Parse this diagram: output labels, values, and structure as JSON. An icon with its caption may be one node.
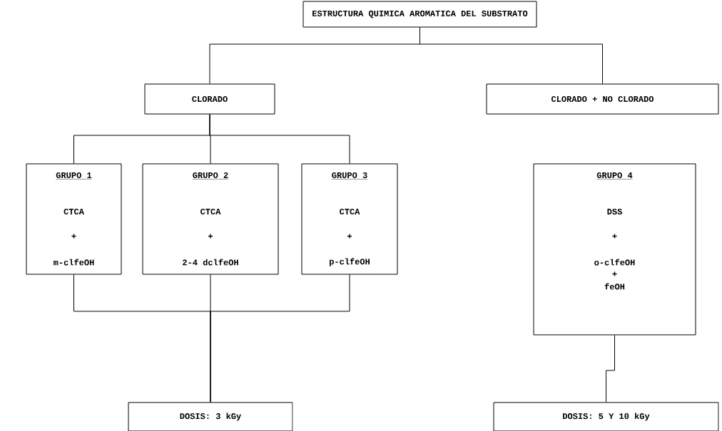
{
  "diagram": {
    "nodes": [
      {
        "text": [
          "ESTRUCTURA QUIMICA AROMATICA DEL SUBSTRATO"
        ]
      },
      {
        "text": [
          "CLORADO"
        ]
      },
      {
        "text": [
          "CLORADO + NO CLORADO"
        ]
      },
      {
        "text": [
          "GRUPO 1",
          "CTCA",
          "+",
          "m-clfeOH"
        ]
      },
      {
        "text": [
          "GRUPO 2",
          "CTCA",
          "+",
          "2-4 dclfeOH"
        ]
      },
      {
        "text": [
          "GRUPO 3",
          "CTCA",
          "+",
          "p-clfeOH"
        ]
      },
      {
        "text": [
          "GRUPO 4",
          "DSS",
          "+",
          "o-clfeOH",
          "+",
          "feOH"
        ]
      },
      {
        "text": [
          "DOSIS: 3 kGy"
        ]
      },
      {
        "text": [
          "DOSIS: 5 Y 10 kGy"
        ]
      }
    ],
    "edges": [
      {
        "from": 0,
        "to": 1,
        "arrow": "none"
      },
      {
        "from": 0,
        "to": 2,
        "arrow": "none"
      },
      {
        "from": 1,
        "to": 3,
        "arrow": "none"
      },
      {
        "from": 1,
        "to": 4,
        "arrow": "none"
      },
      {
        "from": 1,
        "to": 5,
        "arrow": "none"
      },
      {
        "from": 3,
        "to": 7,
        "arrow": "none"
      },
      {
        "from": 4,
        "to": 7,
        "arrow": "none"
      },
      {
        "from": 5,
        "to": 7,
        "arrow": "none"
      },
      {
        "from": 6,
        "to": 8,
        "arrow": "none"
      }
    ]
  }
}
